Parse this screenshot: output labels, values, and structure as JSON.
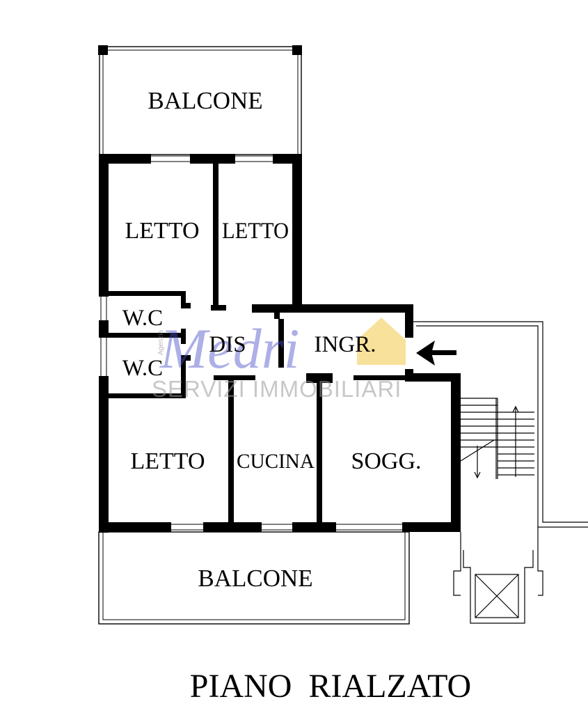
{
  "plan_title": "PIANO  RIALZATO",
  "rooms": {
    "balcone_top": "BALCONE",
    "letto_1": "LETTO",
    "letto_2": "LETTO",
    "wc_1": "W.C",
    "wc_2": "W.C",
    "dis": "DIS",
    "ingr": "INGR.",
    "letto_3": "LETTO",
    "cucina": "CUCINA",
    "sogg": "SOGG.",
    "balcone_bottom": "BALCONE"
  },
  "watermark": {
    "brand": "Medri",
    "tagline": "SERVIZI IMMOBILIARI",
    "small": "Agenzia",
    "logo_color": "#f6d77a",
    "brand_color": "#4b4fc8"
  }
}
